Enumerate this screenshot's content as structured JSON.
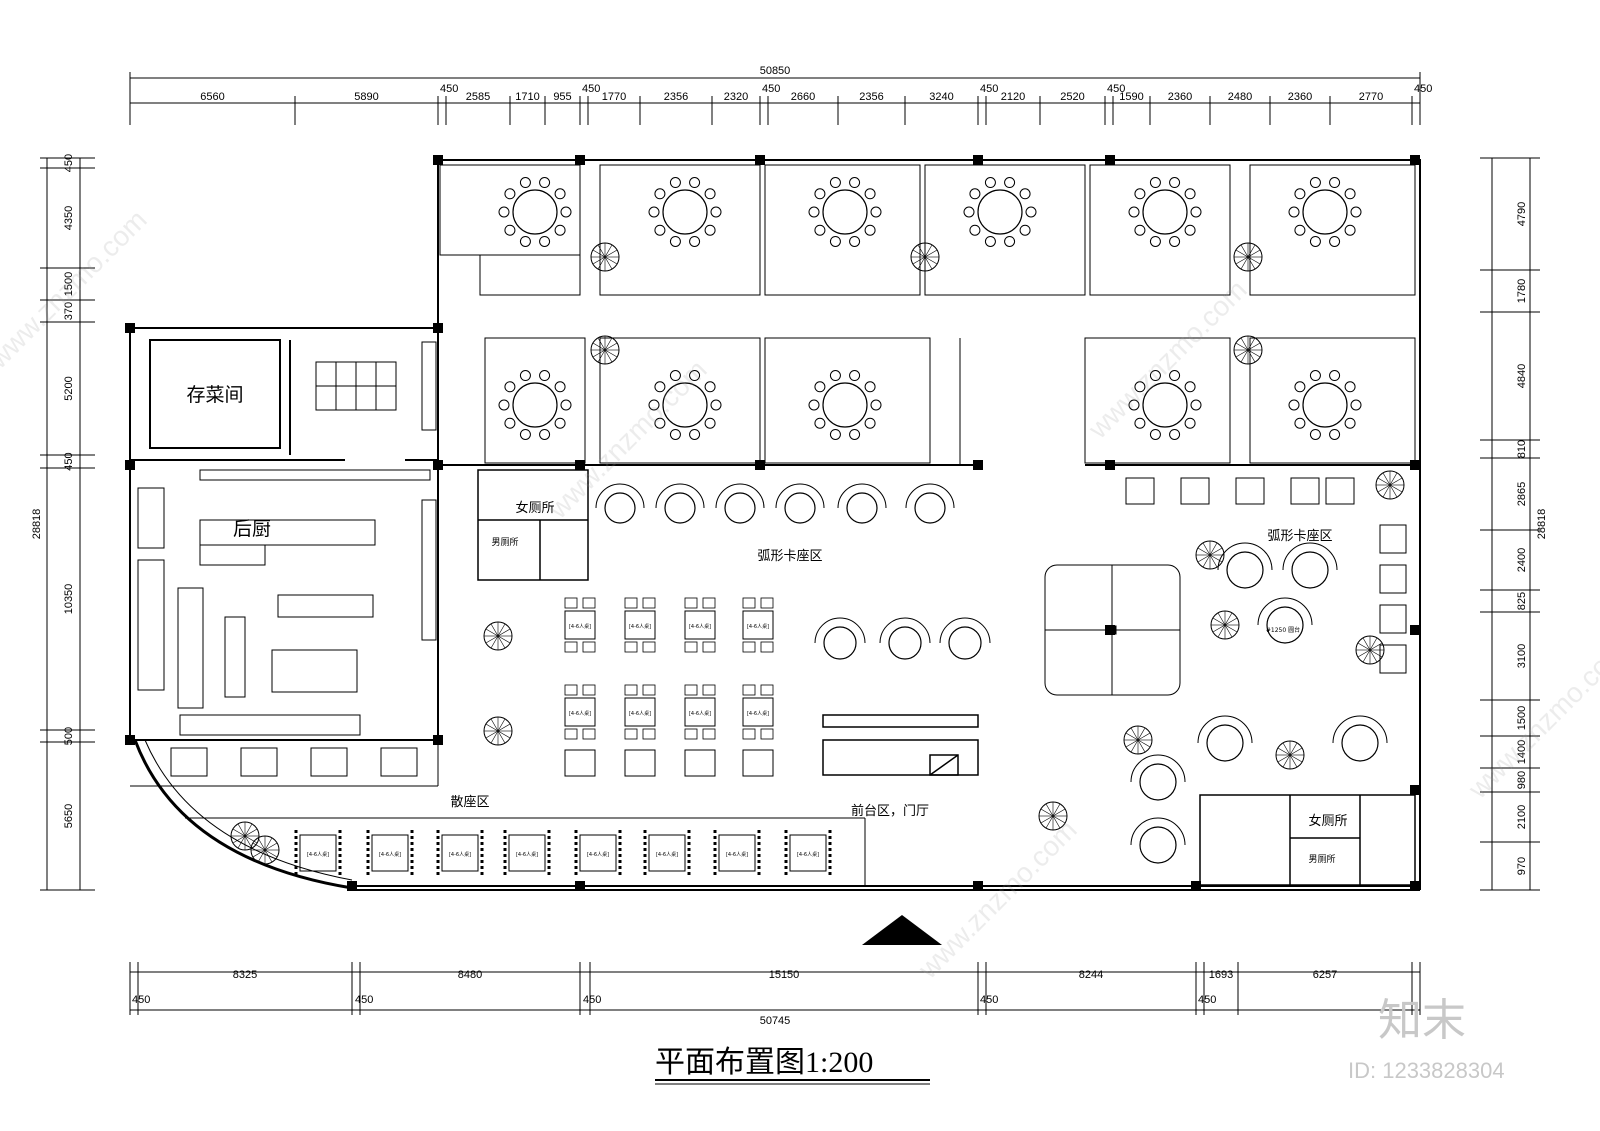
{
  "drawing": {
    "title": "平面布置图",
    "scale": "1:200"
  },
  "rooms": {
    "storage": "存菜间",
    "kitchen": "后厨",
    "women_restroom_left": "女厕所",
    "men_restroom_left": "男厕所",
    "women_restroom_right": "女厕所",
    "men_restroom_right": "男厕所",
    "arc_booth_left": "弧形卡座区",
    "arc_booth_right": "弧形卡座区",
    "open_seating": "散座区",
    "reception": "前台区，门厅"
  },
  "table_label": "[4-6人桌]",
  "round_table_label": "#1250 圆台",
  "dimensions": {
    "top_total": "50850",
    "top_segments": [
      "6560",
      "5890",
      "450",
      "2585",
      "1710",
      "955",
      "450",
      "1770",
      "2356",
      "2320",
      "450",
      "2660",
      "2356",
      "3240",
      "450",
      "2120",
      "2520",
      "450",
      "1590",
      "2360",
      "2480",
      "2360",
      "2770",
      "450"
    ],
    "bottom_total": "50745",
    "bottom_segments": [
      "8325",
      "8480",
      "15150",
      "8244",
      "1693",
      "6257"
    ],
    "bottom_small": [
      "450",
      "450",
      "450",
      "450",
      "450"
    ],
    "left_total": "28818",
    "left_segments": [
      "450",
      "4350",
      "1500",
      "370",
      "5200",
      "450",
      "10350",
      "500",
      "5650"
    ],
    "right_total": "28818",
    "right_segments": [
      "4790",
      "1780",
      "4840",
      "810",
      "2865",
      "2400",
      "825",
      "3100",
      "1500",
      "1400",
      "980",
      "2100",
      "970"
    ]
  },
  "watermark": {
    "site": "www.znzmo.com",
    "brand": "知末",
    "id": "ID: 1233828304"
  }
}
